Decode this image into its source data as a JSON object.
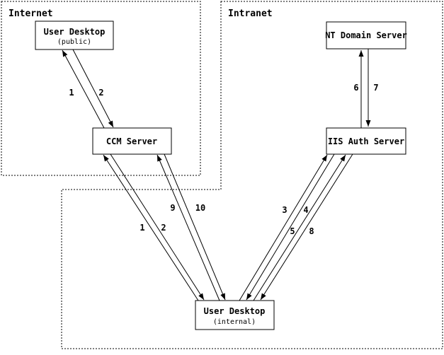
{
  "regions": {
    "internet": {
      "label": "Internet"
    },
    "intranet": {
      "label": "Intranet"
    }
  },
  "nodes": {
    "user_desktop_public": {
      "label": "User Desktop",
      "sublabel": "(public)"
    },
    "ccm_server": {
      "label": "CCM Server"
    },
    "nt_domain_server": {
      "label": "NT Domain Server"
    },
    "iis_auth_server": {
      "label": "IIS Auth Server"
    },
    "user_desktop_internal": {
      "label": "User Desktop",
      "sublabel": "(internal)"
    }
  },
  "edges": [
    {
      "label": "1",
      "from": "ccm_server",
      "to": "user_desktop_public"
    },
    {
      "label": "2",
      "from": "user_desktop_public",
      "to": "ccm_server"
    },
    {
      "label": "1",
      "from": "user_desktop_internal",
      "to": "ccm_server"
    },
    {
      "label": "2",
      "from": "ccm_server",
      "to": "user_desktop_internal"
    },
    {
      "label": "9",
      "from": "user_desktop_internal",
      "to": "ccm_server"
    },
    {
      "label": "10",
      "from": "ccm_server",
      "to": "user_desktop_internal"
    },
    {
      "label": "3",
      "from": "user_desktop_internal",
      "to": "iis_auth_server"
    },
    {
      "label": "4",
      "from": "iis_auth_server",
      "to": "user_desktop_internal"
    },
    {
      "label": "5",
      "from": "user_desktop_internal",
      "to": "iis_auth_server"
    },
    {
      "label": "8",
      "from": "iis_auth_server",
      "to": "user_desktop_internal"
    },
    {
      "label": "6",
      "from": "iis_auth_server",
      "to": "nt_domain_server"
    },
    {
      "label": "7",
      "from": "nt_domain_server",
      "to": "iis_auth_server"
    }
  ],
  "colors": {
    "foreground": "#000000",
    "background": "#ffffff"
  }
}
